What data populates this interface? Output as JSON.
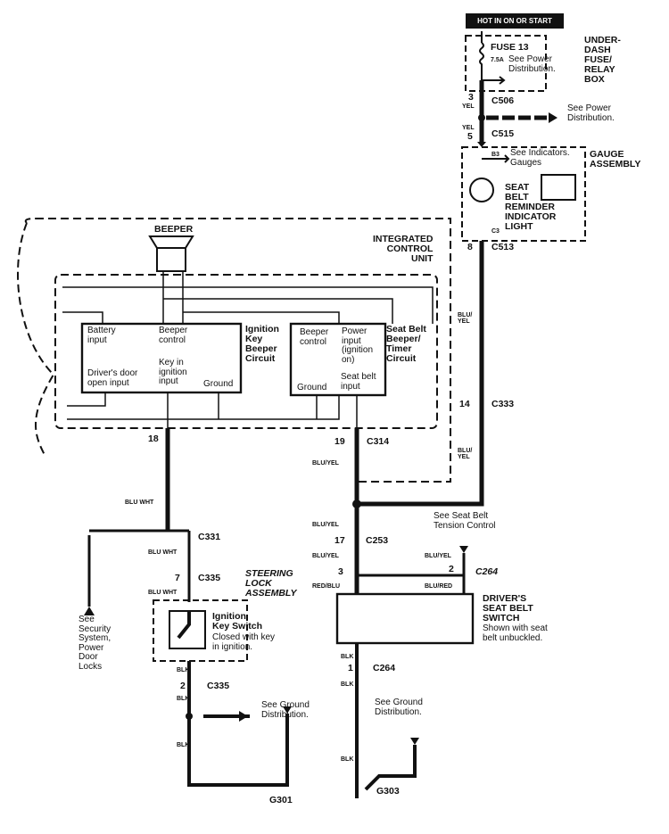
{
  "diagram": {
    "hot_label": "HOT IN ON OR START",
    "fuse_box": {
      "fuse": "FUSE 13",
      "rating": "7.5A",
      "note": "See Power\nDistribution.",
      "name": "UNDER-\nDASH\nFUSE/\nRELAY\nBOX"
    },
    "c506": {
      "pin": "3",
      "wire": "YEL",
      "connector": "C506"
    },
    "power_dist_note": "See Power\nDistribution.",
    "c515": {
      "pin": "5",
      "wire": "YEL",
      "connector": "C515"
    },
    "gauge": {
      "name": "GAUGE\nASSEMBLY",
      "b_pin": "B3",
      "c_pin": "C3",
      "note": "See Indicators.\nGauges",
      "light": "SEAT\nBELT\nREMINDER\nINDICATOR\nLIGHT"
    },
    "c513": {
      "pin": "8",
      "connector": "C513"
    },
    "wire_blu_yel_1": "BLU/\nYEL",
    "c333": {
      "pin": "14",
      "connector": "C333"
    },
    "wire_blu_yel_2": "BLU/\nYEL",
    "beeper": "BEEPER",
    "icu": "INTEGRATED\nCONTROL\nUNIT",
    "ignition_circuit": {
      "title": "Ignition\nKey\nBeeper\nCircuit",
      "battery": "Battery\ninput",
      "beeper_control": "Beeper\ncontrol",
      "door": "Driver's door\nopen input",
      "key_in": "Key in\nignition\ninput",
      "ground": "Ground"
    },
    "seatbelt_circuit": {
      "title": "Seat Belt\nBeeper/\nTimer\nCircuit",
      "beeper_control": "Beeper\ncontrol",
      "power": "Power\ninput\n(ignition\non)",
      "ground": "Ground",
      "seat_belt": "Seat belt\ninput"
    },
    "pin18": "18",
    "pin19": "19",
    "c314": "C314",
    "wire_blu_wht_1": "BLU WHT",
    "c331": "C331",
    "wire_blu_wht_2": "BLU WHT",
    "c335_top": {
      "pin": "7",
      "connector": "C335"
    },
    "wire_blu_wht_3": "BLU WHT",
    "steering": "STEERING\nLOCK\nASSEMBLY",
    "security_note": "See\nSecurity\nSystem,\nPower\nDoor\nLocks",
    "ign_switch": {
      "title": "Ignition\nKey Switch",
      "note": "Closed with key\nin ignition."
    },
    "blk1": "BLK",
    "c335_bot": {
      "pin": "2",
      "connector": "C335"
    },
    "blk2": "BLK",
    "ground_note_left": "See Ground\nDistribution.",
    "blk3": "BLK",
    "g301": "G301",
    "wire_blu_yel_3": "BLU/YEL",
    "wire_blu_yel_4": "BLU/YEL",
    "c253": {
      "pin": "17",
      "connector": "C253"
    },
    "wire_blu_yel_5": "BLU/YEL",
    "tension_note": "See Seat Belt\nTension Control",
    "wire_blu_yel_6": "BLU/YEL",
    "c264_top": {
      "pin_left": "3",
      "pin_right": "2",
      "connector": "C264"
    },
    "wire_red_blu": "RED/BLU",
    "wire_blu_red": "BLU/RED",
    "driver_switch": {
      "title": "DRIVER'S\nSEAT BELT\nSWITCH",
      "note": "Shown with seat\nbelt unbuckled."
    },
    "blk4": "BLK",
    "c264_bot": {
      "pin": "1",
      "connector": "C264"
    },
    "blk5": "BLK",
    "ground_note_right": "See Ground\nDistribution.",
    "blk6": "BLK",
    "g303": "G303"
  }
}
